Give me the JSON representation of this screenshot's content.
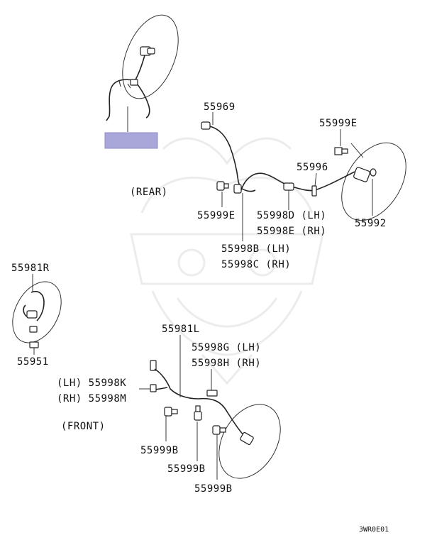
{
  "labels": {
    "p55969": "55969",
    "p55999e_top": "55999E",
    "p55996": "55996",
    "rear": "(REAR)",
    "p55999e_mid": "55999E",
    "p55998d": "55998D (LH)",
    "p55998e": "55998E (RH)",
    "p55992": "55992",
    "p55998b": "55998B (LH)",
    "p55998c": "55998C (RH)",
    "p55981r": "55981R",
    "p55951": "55951",
    "p55981l": "55981L",
    "p55998g": "55998G (LH)",
    "p55998h": "55998H (RH)",
    "p55998k": "(LH) 55998K",
    "p55998m": "(RH) 55998M",
    "front": "(FRONT)",
    "p55999b_1": "55999B",
    "p55999b_2": "55999B",
    "p55999b_3": "55999B",
    "code": "3WR0E01"
  },
  "colors": {
    "highlight_box": "#a9a6da",
    "line": "#222222",
    "watermark": "#ececec"
  }
}
